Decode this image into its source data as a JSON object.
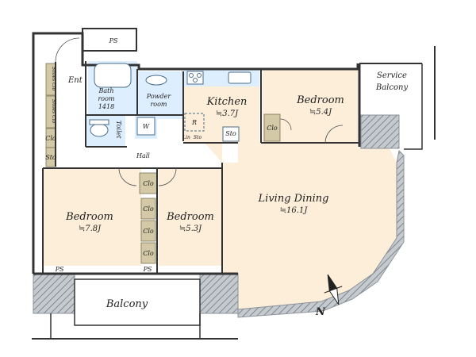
{
  "colors": {
    "floor": "#fdeed9",
    "wet": "#ddeeff",
    "closet": "#d3c9a7",
    "wall": "#333333",
    "hatch": "#8c9399",
    "accent": "#2a6fb0"
  },
  "rooms": {
    "kitchen": {
      "name": "Kitchen",
      "area": "≒3.7J"
    },
    "bedroom_ne": {
      "name": "Bedroom",
      "area": "≒5.4J"
    },
    "living": {
      "name": "Living Dining",
      "area": "≒16.1J"
    },
    "bedroom_w": {
      "name": "Bedroom",
      "area": "≒7.8J"
    },
    "bedroom_c": {
      "name": "Bedroom",
      "area": "≒5.3J"
    },
    "bath": {
      "name": "Bath",
      "name2": "room",
      "size": "1418"
    },
    "powder": {
      "name": "Powder",
      "name2": "room"
    },
    "toilet": {
      "name": "Toilet"
    }
  },
  "labels": {
    "entrance": "Ent",
    "hall": "Hall",
    "service_balcony_1": "Service",
    "service_balcony_2": "Balcony",
    "balcony": "Balcony",
    "ps": "PS",
    "clo": "Clo",
    "sto": "Sto",
    "shoes_clo": "Shoes Clo",
    "lin": "Lin",
    "washer": "W",
    "fridge": "R",
    "north": "N"
  }
}
